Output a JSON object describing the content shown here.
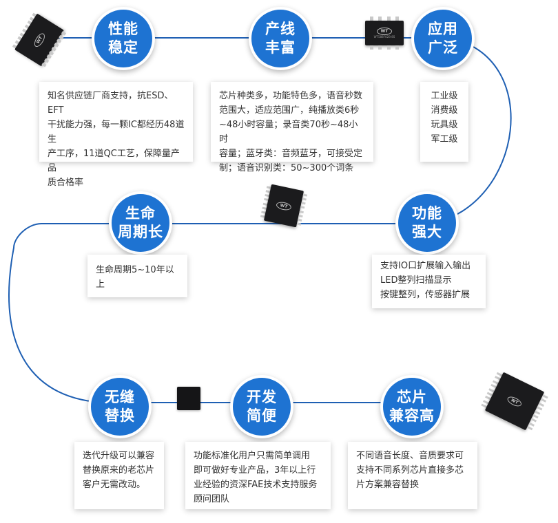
{
  "colors": {
    "accent": "#1e73d2",
    "line": "#1e5fb3",
    "card_text": "#333333",
    "chip": "#1b1b1d"
  },
  "features": [
    {
      "title_lines": [
        "性能",
        "稳定"
      ],
      "description_lines": [
        "知名供应链厂商支持，抗ESD、EFT",
        "干扰能力强，每一颗IC都经历48道生",
        "产工序，11道QC工艺，保障量产品",
        "质合格率"
      ]
    },
    {
      "title_lines": [
        "产线",
        "丰富"
      ],
      "description_lines": [
        "芯片种类多，功能特色多，语音秒数",
        "范围大，适应范围广，纯播放类6秒",
        "~48小时容量；录音类70秒~48小时",
        "容量；蓝牙类：音频蓝牙，可接受定",
        "制；语音识别类：50~300个词条"
      ]
    },
    {
      "title_lines": [
        "应用",
        "广泛"
      ],
      "description_lines": [
        "工业级",
        "消费级",
        "玩具级",
        "军工级"
      ]
    },
    {
      "title_lines": [
        "功能",
        "强大"
      ],
      "description_lines": [
        "支持IO口扩展输入输出",
        "LED整列扫描显示",
        "按键整列，传感器扩展"
      ]
    },
    {
      "title_lines": [
        "生命",
        "周期长"
      ],
      "description_lines": [
        "生命周期5~10年以上"
      ]
    },
    {
      "title_lines": [
        "无缝",
        "替换"
      ],
      "description_lines": [
        "迭代升级可以兼容",
        "替换原来的老芯片",
        "客户无需改动。"
      ]
    },
    {
      "title_lines": [
        "开发",
        "简便"
      ],
      "description_lines": [
        "功能标准化用户只需简单调用",
        "即可做好专业产品，3年以上行",
        "业经验的资深FAE技术支持服务",
        "顾问团队"
      ]
    },
    {
      "title_lines": [
        "芯片",
        "兼容高"
      ],
      "description_lines": [
        "不同语音长度、音质要求可",
        "支持不同系列芯片直接多芯",
        "片方案兼容替换"
      ]
    }
  ],
  "chips": [
    {
      "logo": "WT",
      "marking": ""
    },
    {
      "logo": "WT",
      "marking": "WT588F02B-8S"
    },
    {
      "logo": "WT",
      "marking": ""
    },
    {
      "logo": "",
      "marking": ""
    },
    {
      "logo": "WT",
      "marking": ""
    }
  ]
}
